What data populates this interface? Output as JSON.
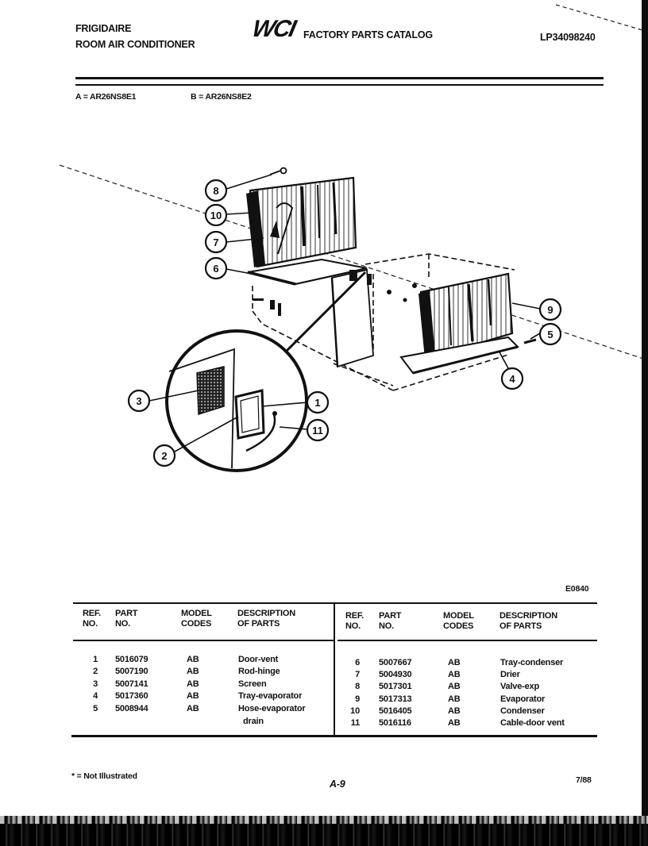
{
  "header": {
    "brand": "FRIGIDAIRE",
    "product": "ROOM AIR CONDITIONER",
    "logo": "WCI",
    "catalog_title": "FACTORY PARTS CATALOG",
    "catalog_number": "LP34098240"
  },
  "models": {
    "a": "A = AR26NS8E1",
    "b": "B = AR26NS8E2"
  },
  "diagram": {
    "figure_code": "E0840",
    "callouts": {
      "c1": "1",
      "c2": "2",
      "c3": "3",
      "c4": "4",
      "c5": "5",
      "c6": "6",
      "c7": "7",
      "c8": "8",
      "c9": "9",
      "c10": "10",
      "c11": "11"
    }
  },
  "table": {
    "headers": {
      "ref_1": "REF.",
      "ref_2": "NO.",
      "part_1": "PART",
      "part_2": "NO.",
      "model_1": "MODEL",
      "model_2": "CODES",
      "desc_1": "DESCRIPTION",
      "desc_2": "OF PARTS"
    },
    "left_rows": [
      {
        "ref": "1",
        "part": "5016079",
        "codes": "AB",
        "desc": "Door-vent"
      },
      {
        "ref": "2",
        "part": "5007190",
        "codes": "AB",
        "desc": "Rod-hinge"
      },
      {
        "ref": "3",
        "part": "5007141",
        "codes": "AB",
        "desc": "Screen"
      },
      {
        "ref": "4",
        "part": "5017360",
        "codes": "AB",
        "desc": "Tray-evaporator"
      },
      {
        "ref": "5",
        "part": "5008944",
        "codes": "AB",
        "desc": "Hose-evaporator",
        "desc_cont": "drain"
      }
    ],
    "right_rows": [
      {
        "ref": "6",
        "part": "5007667",
        "codes": "AB",
        "desc": "Tray-condenser"
      },
      {
        "ref": "7",
        "part": "5004930",
        "codes": "AB",
        "desc": "Drier"
      },
      {
        "ref": "8",
        "part": "5017301",
        "codes": "AB",
        "desc": "Valve-exp"
      },
      {
        "ref": "9",
        "part": "5017313",
        "codes": "AB",
        "desc": "Evaporator"
      },
      {
        "ref": "10",
        "part": "5016405",
        "codes": "AB",
        "desc": "Condenser"
      },
      {
        "ref": "11",
        "part": "5016116",
        "codes": "AB",
        "desc": "Cable-door vent"
      }
    ]
  },
  "footer": {
    "note": "* = Not Illustrated",
    "page": "A-9",
    "date": "7/88"
  }
}
